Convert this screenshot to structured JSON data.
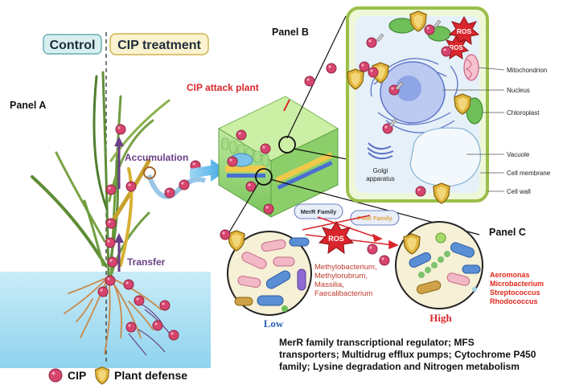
{
  "panel_a": {
    "label": "Panel A",
    "control_label": "Control",
    "treatment_label": "CIP treatment",
    "accumulation_label": "Accumulation",
    "transfer_label": "Transfer",
    "attack_label": "CIP attack plant"
  },
  "panel_b": {
    "label": "Panel B",
    "ros_label": "ROS",
    "organelles": {
      "mitochondrion": "Mitochondrion",
      "nucleus": "Nucleus",
      "chloroplast": "Chloroplast",
      "vacuole": "Vacuole",
      "cell_membrane": "Cell membrane",
      "cell_wall": "Cell wall",
      "golgi_line1": "Golgi",
      "golgi_line2": "apparatus"
    }
  },
  "panel_c": {
    "label": "Panel C",
    "merr_label": "MerR Family",
    "p450_label": "P450 Family",
    "ros_label": "ROS",
    "low_label": "Low",
    "high_label": "High",
    "low_taxa": [
      "Methylobacterium,",
      "Methylorubrum,",
      "Massilia,",
      "Faecalibacterium"
    ],
    "high_taxa": [
      "Aeromonas",
      "Microbacterium",
      "Streptococcus",
      "Rhodococcus"
    ],
    "description_lines": [
      "MerR family transcriptional regulator; MFS",
      "transporters; Multidrug efflux pumps; Cytochrome P450",
      "family; Lysine degradation and Nitrogen metabolism"
    ]
  },
  "legend": {
    "cip_label": "CIP",
    "defense_label": "Plant defense"
  },
  "colors": {
    "cip_pink": "#d6456e",
    "shield_gold": "#e3b63c",
    "ros_red": "#d9262c",
    "taxa_low": "#c0392b",
    "taxa_high": "#e0281c",
    "low_blue": "#2f5fb3",
    "high_red": "#d9262c",
    "arrow_purple": "#6a3f87",
    "cell_green": "#8bc34a",
    "nucleus_blue": "#8ea5e6",
    "water_blue": "#bfe7f5"
  }
}
